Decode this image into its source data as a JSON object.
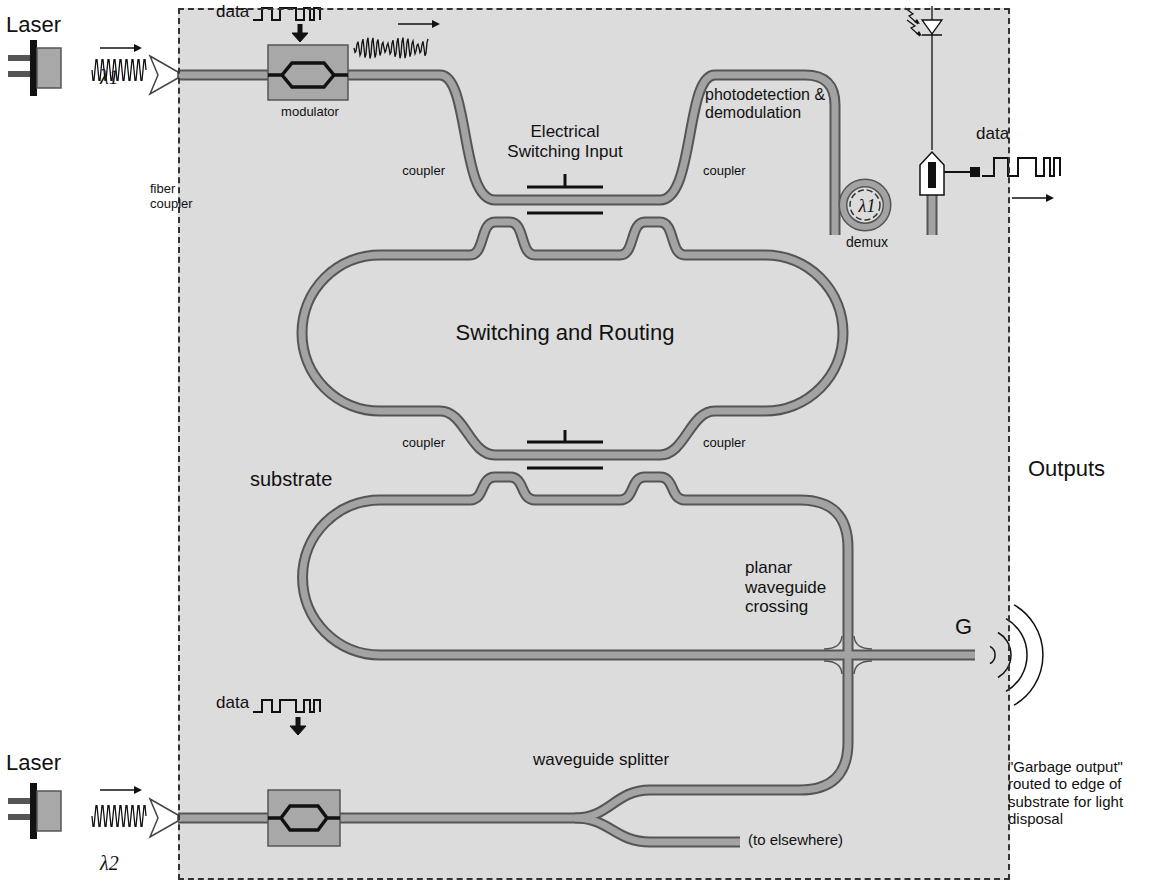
{
  "diagram": {
    "nodes": [
      {
        "text": [
          "substrate"
        ]
      },
      {
        "text": [
          "modulator"
        ],
        "in": 0
      },
      {
        "text": [
          "λ1",
          "demux"
        ],
        "in": 0
      }
    ],
    "labels": [
      "Laser",
      "λ1",
      "fiber coupler",
      "data",
      "Electrical Switching Input",
      "coupler",
      "coupler",
      "photodetection & demodulation",
      "Switching and Routing",
      "coupler",
      "coupler",
      "planar waveguide crossing",
      "G",
      "Outputs",
      "waveguide splitter",
      "(to elsewhere)",
      "data",
      "Laser",
      "λ2",
      "data",
      "\"Garbage output\" routed to edge of substrate for light disposal"
    ]
  }
}
